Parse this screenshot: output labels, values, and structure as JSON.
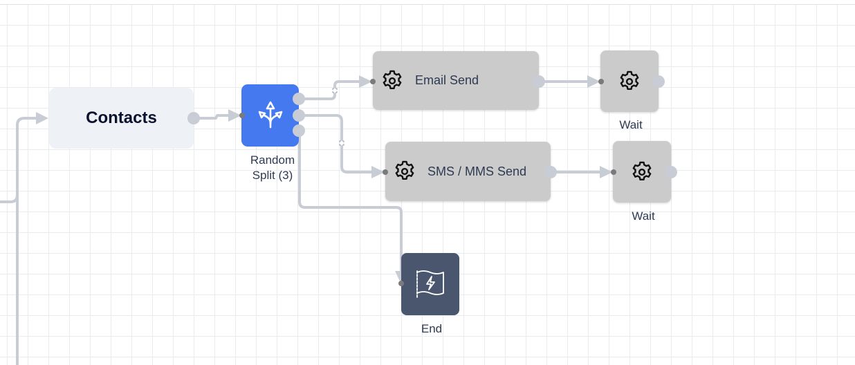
{
  "canvas": {
    "grid": true,
    "colors": {
      "edge": "#c8cdd5",
      "trigger_node": "#eef1f5",
      "split_node": "#4479f0",
      "action_node": "#cbcbcb",
      "end_node": "#4a566e",
      "label_text": "#2e3a52"
    }
  },
  "nodes": {
    "contacts": {
      "label": "Contacts",
      "type": "trigger"
    },
    "random_split": {
      "label_line1": "Random",
      "label_line2": "Split (3)",
      "icon": "split-arrows-icon",
      "branches": 3
    },
    "email_send": {
      "label": "Email Send",
      "icon": "gear-icon"
    },
    "sms_send": {
      "label": "SMS / MMS Send",
      "icon": "gear-icon"
    },
    "wait_1": {
      "label": "Wait",
      "icon": "gear-icon"
    },
    "wait_2": {
      "label": "Wait",
      "icon": "gear-icon"
    },
    "end": {
      "label": "End",
      "icon": "flag-lightning-icon"
    }
  },
  "edges": [
    {
      "from": "incoming",
      "to": "contacts"
    },
    {
      "from": "contacts",
      "to": "random_split"
    },
    {
      "from": "random_split",
      "branch": 1,
      "to": "email_send"
    },
    {
      "from": "random_split",
      "branch": 2,
      "to": "sms_send"
    },
    {
      "from": "random_split",
      "branch": 3,
      "to": "end"
    },
    {
      "from": "email_send",
      "to": "wait_1"
    },
    {
      "from": "sms_send",
      "to": "wait_2"
    }
  ]
}
